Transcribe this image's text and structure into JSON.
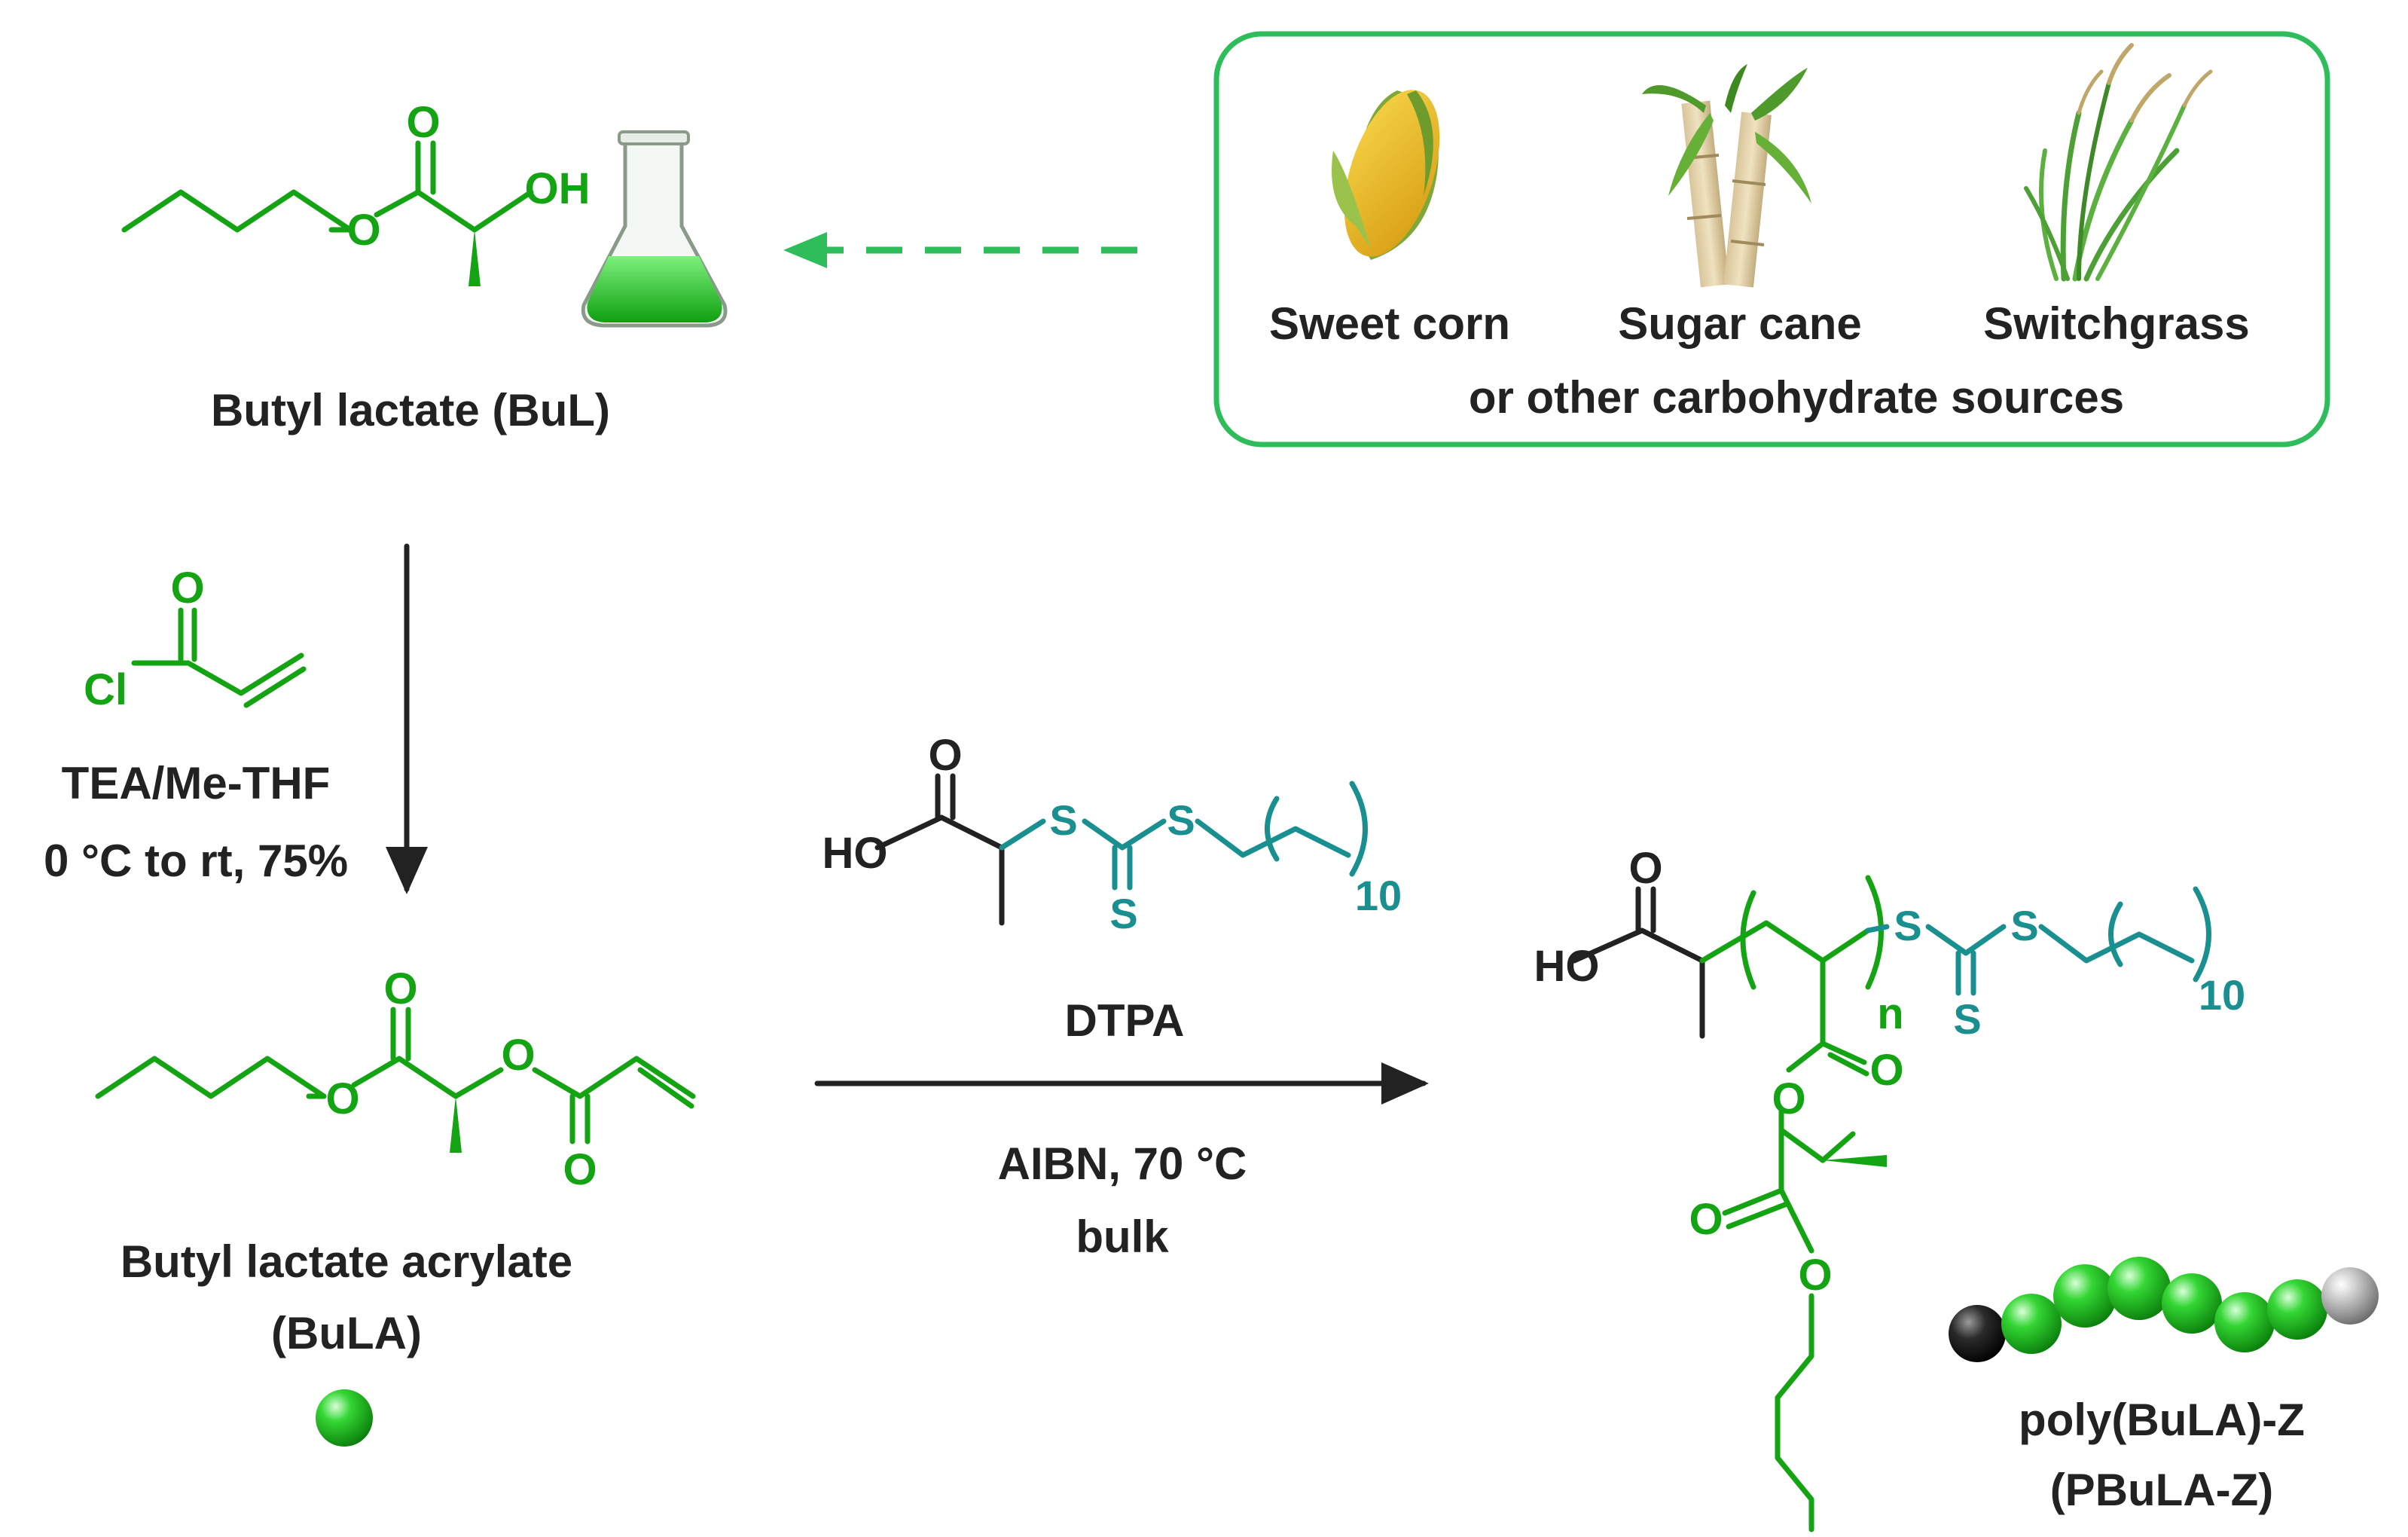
{
  "labels": {
    "bul": "Butyl lactate (BuL)",
    "sweet_corn": "Sweet corn",
    "sugar_cane": "Sugar cane",
    "switchgrass": "Switchgrass",
    "other_sources": "or other carbohydrate sources",
    "conditions_1": "TEA/Me-THF",
    "conditions_2": "0 °C to rt, 75%",
    "bula_1": "Butyl lactate acrylate",
    "bula_2": "(BuLA)",
    "dtpa": "DTPA",
    "conditions_3": "AIBN, 70 °C",
    "conditions_4": "bulk",
    "poly_1": "poly(BuLA)-Z",
    "poly_2": "(PBuLA-Z)"
  },
  "atoms": {
    "o": "O",
    "oh": "OH",
    "ho": "HO",
    "cl": "Cl",
    "s": "S",
    "n": "n",
    "ten": "10"
  },
  "colors": {
    "green": "#13a313",
    "teal": "#1a8f8f",
    "frame": "#2ebd5a",
    "dark": "#222222"
  }
}
